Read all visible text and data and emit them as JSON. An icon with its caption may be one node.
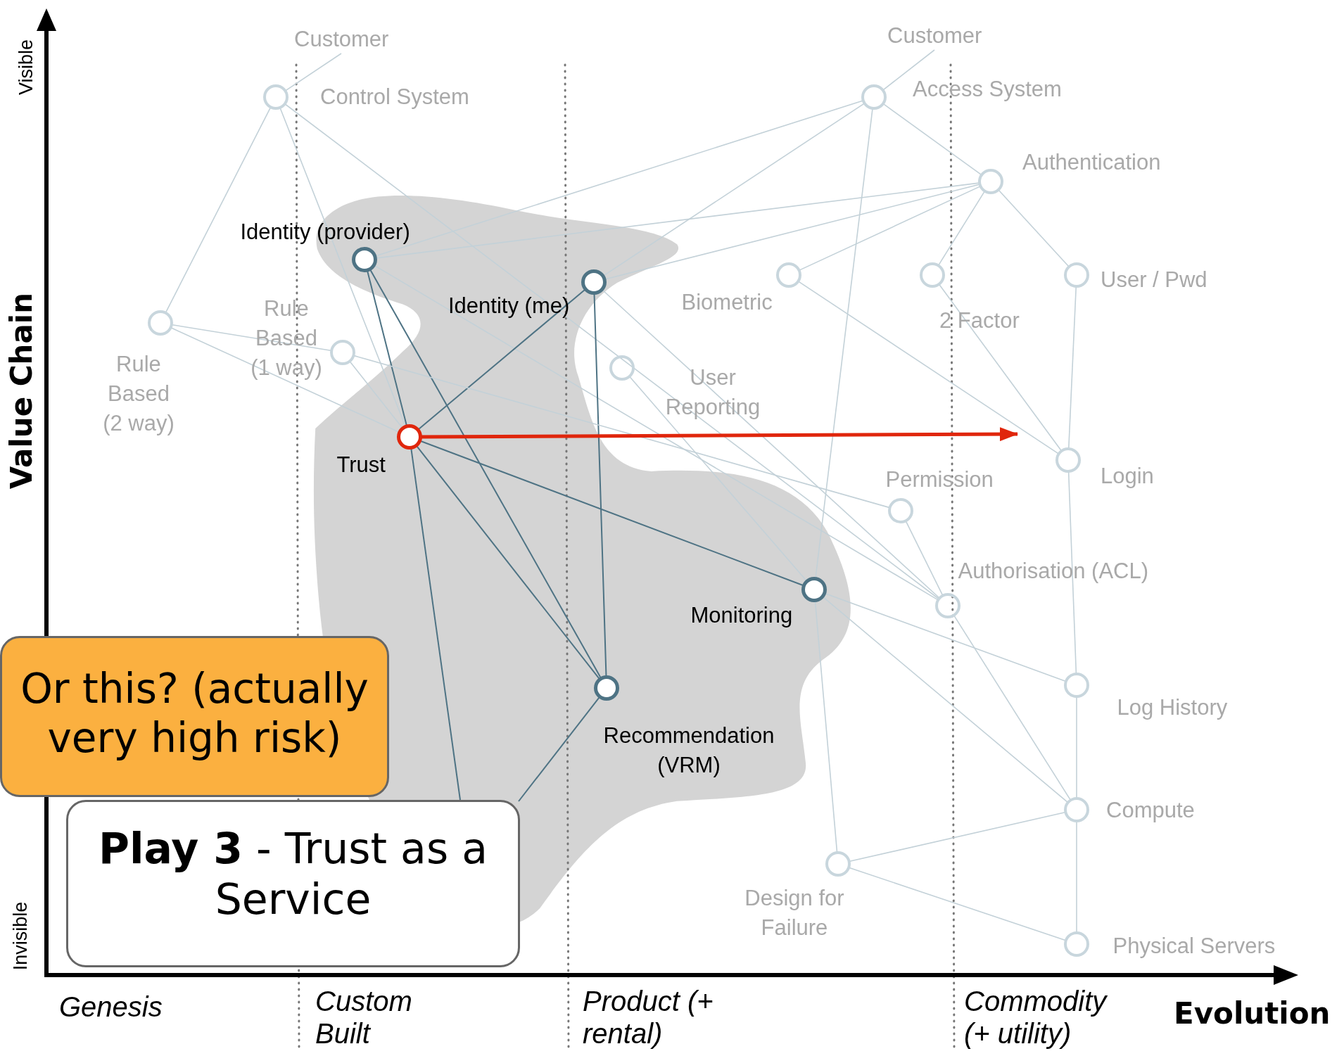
{
  "diagram": {
    "nodes": [
      {
        "text": [
          "Customer"
        ]
      },
      {
        "text": [
          "Customer"
        ]
      },
      {
        "text": [
          "Control System"
        ]
      },
      {
        "text": [
          "Access System"
        ]
      },
      {
        "text": [
          "Authentication"
        ]
      },
      {
        "text": [
          "Identity (provider)"
        ]
      },
      {
        "text": [
          "Identity (me)"
        ]
      },
      {
        "text": [
          "Biometric"
        ]
      },
      {
        "text": [
          "2 Factor"
        ]
      },
      {
        "text": [
          "User / Pwd"
        ]
      },
      {
        "text": [
          "Rule Based (2 way)"
        ]
      },
      {
        "text": [
          "Rule Based (1 way)"
        ]
      },
      {
        "text": [
          "User Reporting"
        ]
      },
      {
        "text": [
          "Trust"
        ]
      },
      {
        "text": [
          "Login"
        ]
      },
      {
        "text": [
          "Permission"
        ]
      },
      {
        "text": [
          "Monitoring"
        ]
      },
      {
        "text": [
          "Authorisation (ACL)"
        ]
      },
      {
        "text": [
          "Log History"
        ]
      },
      {
        "text": [
          "Recommendation (VRM)"
        ]
      },
      {
        "text": [
          "Compute"
        ]
      },
      {
        "text": [
          "Design for Failure"
        ]
      },
      {
        "text": [
          "Physical Servers"
        ]
      },
      {
        "text": [
          "Or this? (actually very high risk)"
        ]
      },
      {
        "text": [
          "**Play 3** - Trust as a Service"
        ]
      }
    ],
    "edges": [
      {
        "from": 0,
        "to": 2,
        "arrow": "none"
      },
      {
        "from": 1,
        "to": 3,
        "arrow": "none"
      },
      {
        "from": 2,
        "to": 10,
        "arrow": "none"
      },
      {
        "from": 2,
        "to": 13,
        "arrow": "none"
      },
      {
        "from": 2,
        "to": 17,
        "arrow": "none"
      },
      {
        "from": 5,
        "to": 3,
        "arrow": "none"
      },
      {
        "from": 5,
        "to": 4,
        "arrow": "none"
      },
      {
        "from": 5,
        "to": 13,
        "arrow": "none",
        "color": "#4e7384"
      },
      {
        "from": 5,
        "to": 19,
        "arrow": "none",
        "color": "#4e7384"
      },
      {
        "from": 5,
        "to": 17,
        "arrow": "none"
      },
      {
        "from": 6,
        "to": 3,
        "arrow": "none"
      },
      {
        "from": 6,
        "to": 4,
        "arrow": "none"
      },
      {
        "from": 6,
        "to": 13,
        "arrow": "none",
        "color": "#4e7384"
      },
      {
        "from": 6,
        "to": 19,
        "arrow": "none",
        "color": "#4e7384"
      },
      {
        "from": 6,
        "to": 17,
        "arrow": "none"
      },
      {
        "from": 3,
        "to": 4,
        "arrow": "none"
      },
      {
        "from": 3,
        "to": 16,
        "arrow": "none"
      },
      {
        "from": 4,
        "to": 7,
        "arrow": "none"
      },
      {
        "from": 4,
        "to": 8,
        "arrow": "none"
      },
      {
        "from": 4,
        "to": 9,
        "arrow": "none"
      },
      {
        "from": 7,
        "to": 14,
        "arrow": "none"
      },
      {
        "from": 8,
        "to": 14,
        "arrow": "none"
      },
      {
        "from": 9,
        "to": 14,
        "arrow": "none"
      },
      {
        "from": 10,
        "to": 11,
        "arrow": "none"
      },
      {
        "from": 10,
        "to": 13,
        "arrow": "none"
      },
      {
        "from": 11,
        "to": 13,
        "arrow": "none"
      },
      {
        "from": 11,
        "to": 15,
        "arrow": "none"
      },
      {
        "from": 12,
        "to": 16,
        "arrow": "none"
      },
      {
        "from": 13,
        "to": 16,
        "arrow": "none",
        "color": "#4e7384"
      },
      {
        "from": 13,
        "to": 19,
        "arrow": "none",
        "color": "#4e7384"
      },
      {
        "from": 13,
        "to": 24,
        "arrow": "none",
        "color": "#4e7384"
      },
      {
        "from": 19,
        "to": 24,
        "arrow": "none",
        "color": "#4e7384"
      },
      {
        "from": 15,
        "to": 17,
        "arrow": "none"
      },
      {
        "from": 14,
        "to": 18,
        "arrow": "none"
      },
      {
        "from": 16,
        "to": 18,
        "arrow": "none"
      },
      {
        "from": 16,
        "to": 20,
        "arrow": "none"
      },
      {
        "from": 16,
        "to": 21,
        "arrow": "none"
      },
      {
        "from": 17,
        "to": 20,
        "arrow": "none"
      },
      {
        "from": 18,
        "to": 20,
        "arrow": "none"
      },
      {
        "from": 20,
        "to": 22,
        "arrow": "none"
      },
      {
        "from": 21,
        "to": 20,
        "arrow": "none"
      },
      {
        "from": 21,
        "to": 22,
        "arrow": "none"
      },
      {
        "from": 13,
        "to": null,
        "arrow": "to",
        "style": "thick",
        "color": "#e0260c"
      }
    ],
    "labels": [
      "Visible",
      "Value Chain",
      "Invisible",
      "Genesis",
      "Custom Built",
      "Product (+ rental)",
      "Commodity (+ utility)",
      "Evolution"
    ]
  }
}
